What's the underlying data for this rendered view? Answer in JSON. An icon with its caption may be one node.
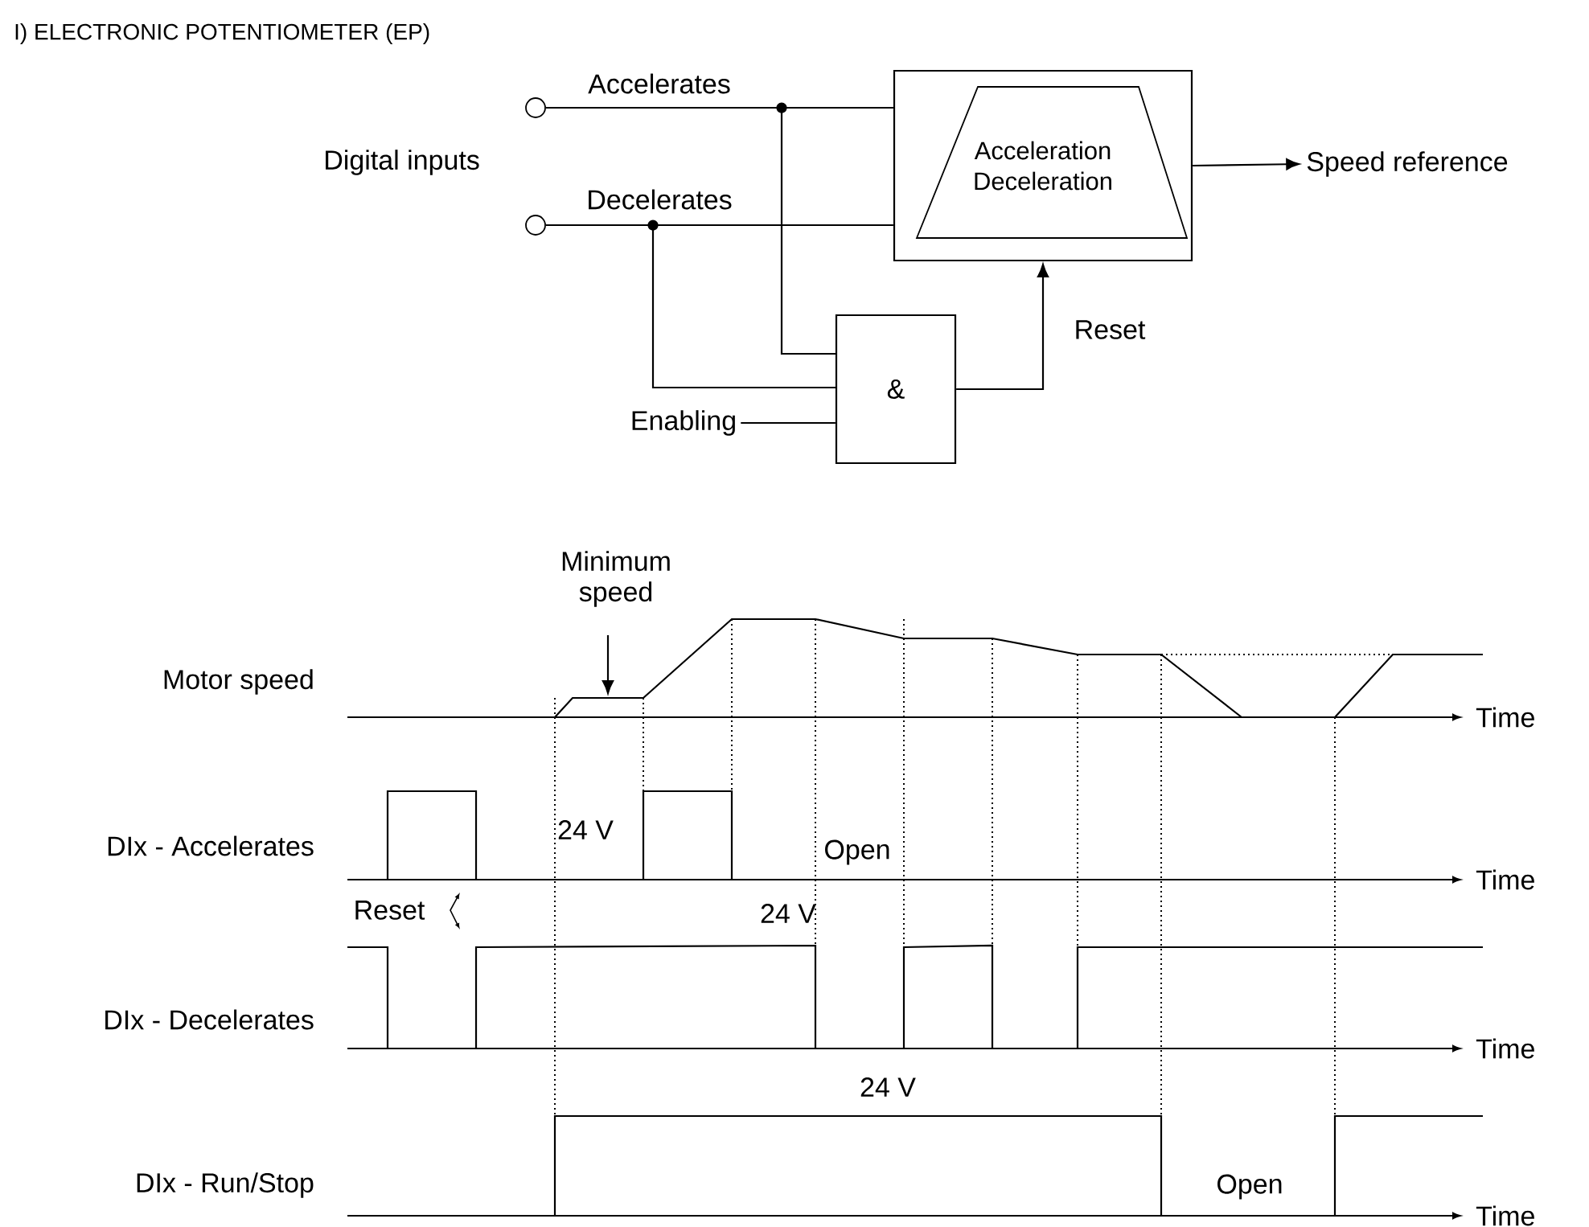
{
  "diagram": {
    "title": "I) ELECTRONIC POTENTIOMETER (EP)",
    "nodes": [
      {
        "text": [],
        "shape": "circle"
      },
      {
        "text": [],
        "shape": "circle"
      },
      {
        "text": [
          "Acceleration Deceleration"
        ]
      },
      {
        "text": [
          "&"
        ]
      },
      {
        "text": [
          "Enabling"
        ]
      },
      {
        "text": [
          "Speed reference"
        ]
      },
      {
        "text": [
          "Minimum speed"
        ]
      }
    ],
    "edges": [
      {
        "from": 0,
        "to": 2,
        "arrow": "none",
        "label": "Accelerates"
      },
      {
        "from": 1,
        "to": 2,
        "arrow": "none",
        "label": "Decelerates"
      },
      {
        "from": 0,
        "to": 3,
        "arrow": "none"
      },
      {
        "from": 1,
        "to": 3,
        "arrow": "none"
      },
      {
        "from": 4,
        "to": 3,
        "arrow": "none"
      },
      {
        "from": 3,
        "to": 2,
        "arrow": "to",
        "label": "Reset"
      },
      {
        "from": 2,
        "to": 5,
        "arrow": "to"
      },
      {
        "from": 6,
        "to": null,
        "arrow": "to"
      }
    ],
    "labels": [
      "Digital inputs",
      "Motor speed",
      "Time",
      "DIx - Accelerates",
      "24 V",
      "Open",
      "Time",
      "Reset",
      "24 V",
      "DIx - Decelerates",
      "Time",
      "24 V",
      "DIx - Run/Stop",
      "Open",
      "Time"
    ]
  }
}
